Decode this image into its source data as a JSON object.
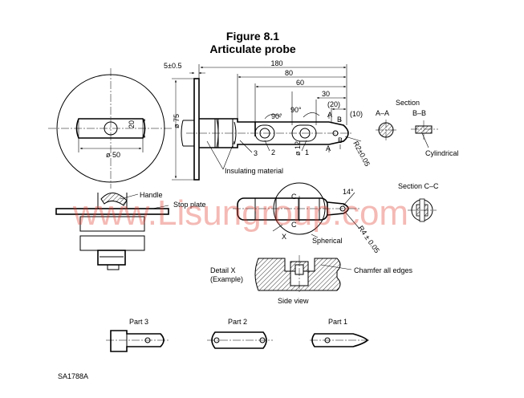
{
  "figure": {
    "title": "Figure 8.1",
    "subtitle": "Articulate probe",
    "code": "SA1788A"
  },
  "watermark": "www.Lisungroup.com",
  "dimensions": {
    "flange_thickness": "5±0.5",
    "total_length": "180",
    "length_80": "80",
    "length_60": "60",
    "length_30": "30",
    "length_20": "(20)",
    "length_10": "(10)",
    "angle_90_a": "90°",
    "angle_90_b": "90°",
    "angle_14": "14°",
    "dia_75": "ø 75",
    "dia_12": "ø 12",
    "dia_50": "ø 50",
    "width_20": "20",
    "radius_r2": "R2±0.05",
    "radius_r4": "R4 ± 0.05",
    "dim_3": "3"
  },
  "labels": {
    "part_ref_1": "1",
    "part_ref_2": "2",
    "part_ref_3": "3",
    "section_a_1": "A",
    "section_a_2": "A",
    "section_b_1": "B",
    "section_b_2": "B",
    "section_c_1": "C",
    "section_c_2": "C",
    "insulating_material": "Insulating material",
    "handle": "Handle",
    "stop_plate": "Stop plate",
    "spherical": "Spherical",
    "cylindrical": "Cylindrical",
    "detail_x": "X",
    "section_heading": "Section",
    "section_aa": "A–A",
    "section_bb": "B–B",
    "section_cc": "Section C–C",
    "detail_x_line1": "Detail X",
    "detail_x_line2": "(Example)",
    "chamfer": "Chamfer all edges",
    "side_view": "Side view",
    "part_3": "Part 3",
    "part_2": "Part 2",
    "part_1": "Part 1"
  },
  "colors": {
    "line": "#000000",
    "watermark": "#e0392b",
    "background": "#ffffff"
  }
}
